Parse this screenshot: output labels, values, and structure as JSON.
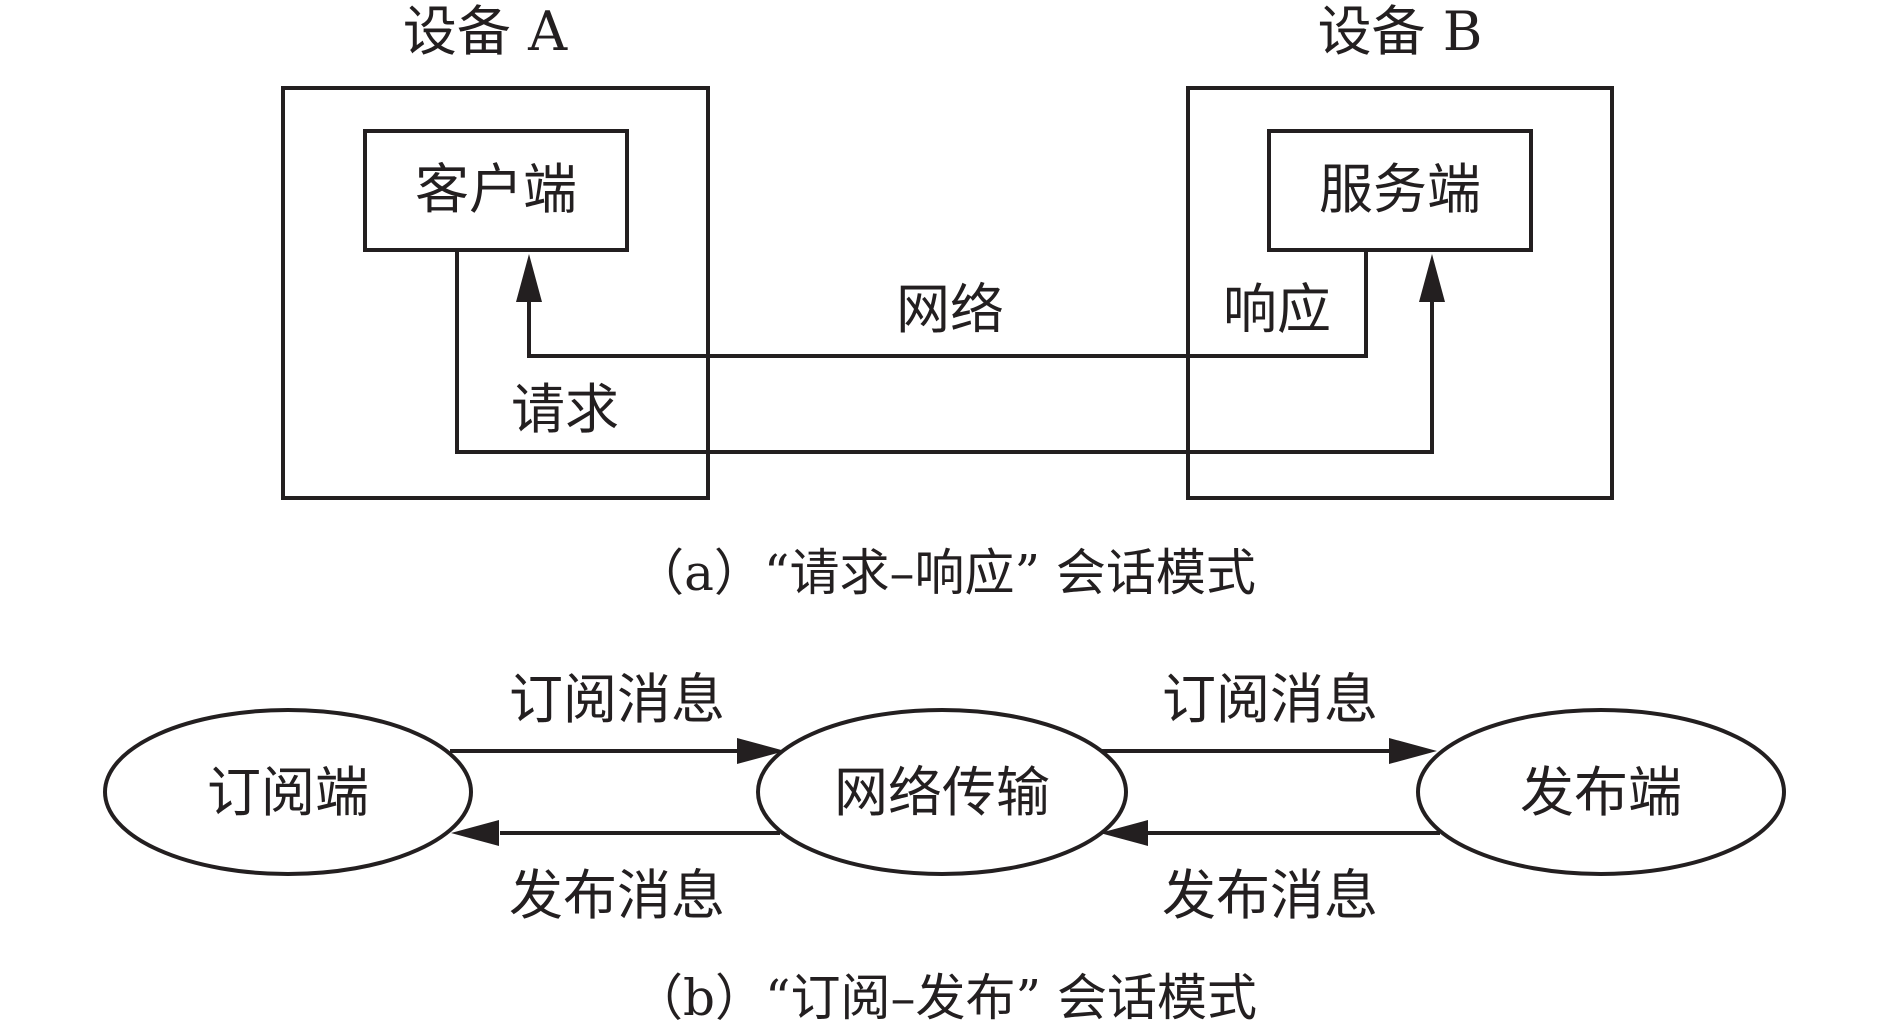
{
  "part_a": {
    "device_a_label": "设备 A",
    "device_b_label": "设备 B",
    "client_label": "客户端",
    "server_label": "服务端",
    "network_label": "网络",
    "response_label": "响应",
    "request_label": "请求",
    "caption": "（a）“请求–响应” 会话模式"
  },
  "part_b": {
    "subscriber_label": "订阅端",
    "network_transfer_label": "网络传输",
    "publisher_label": "发布端",
    "subscribe_msg_left": "订阅消息",
    "subscribe_msg_right": "订阅消息",
    "publish_msg_left": "发布消息",
    "publish_msg_right": "发布消息",
    "caption": "（b）“订阅–发布” 会话模式"
  },
  "colors": {
    "stroke": "#231f20",
    "background": "#ffffff"
  }
}
